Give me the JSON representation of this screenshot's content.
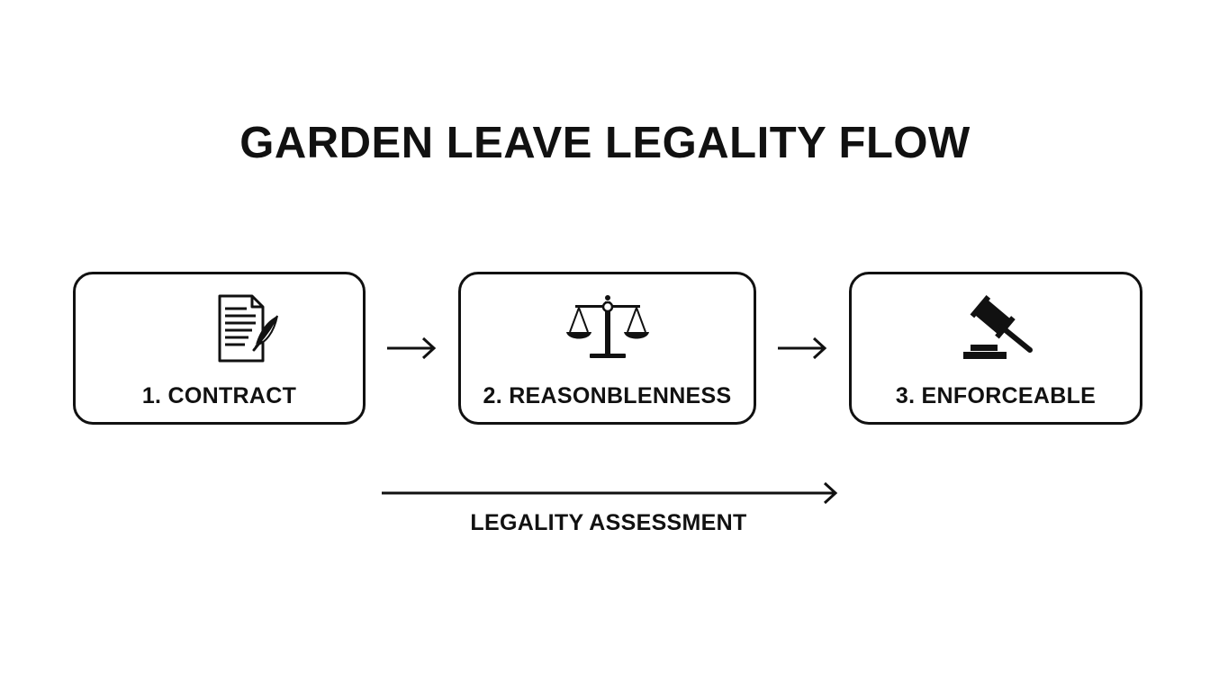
{
  "title": "GARDEN LEAVE LEGALITY FLOW",
  "steps": [
    {
      "label": "1. CONTRACT",
      "icon": "document-quill-icon"
    },
    {
      "label": "2. REASONBLENNESS",
      "icon": "scales-of-justice-icon"
    },
    {
      "label": "3. ENFORCEABLE",
      "icon": "gavel-icon"
    }
  ],
  "assessment": {
    "label": "LEGALITY ASSESSMENT"
  },
  "colors": {
    "ink": "#111111",
    "background": "#ffffff"
  }
}
